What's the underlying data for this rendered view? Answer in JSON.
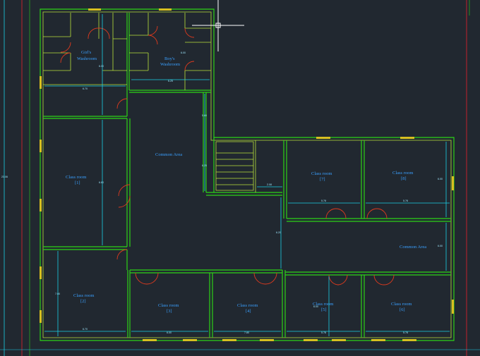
{
  "colors": {
    "background": "#212830",
    "wall": "#2cd317",
    "wall_inner": "#b8e03a",
    "dimension": "#1ad0e6",
    "door": "#e03a1e",
    "window": "#d8c020",
    "room_label": "#3aa0ff",
    "guide": "#c0202c",
    "crosshair": "#ffffff"
  },
  "icons": {
    "cursor": "crosshair-cursor-icon"
  },
  "rooms": {
    "girls_washroom": [
      "Girl's",
      "Washroom"
    ],
    "boys_washroom": [
      "Boy's",
      "Washroom"
    ],
    "common_area_top": "Common Area",
    "classroom_1": [
      "Class room",
      "[1]"
    ],
    "classroom_2": [
      "Class room",
      "[2]"
    ],
    "classroom_3_bottom": [
      "Class room",
      "[3]"
    ],
    "classroom_4": [
      "Class room",
      "[4]"
    ],
    "classroom_5": [
      "Class room",
      "[5]"
    ],
    "classroom_6": [
      "Class room",
      "[6]"
    ],
    "classroom_7": [
      "Class room",
      "[7]"
    ],
    "classroom_8": [
      "Class room",
      "[8]"
    ],
    "common_area_right": "Common Area"
  },
  "dimensions": {
    "left_overall": "23.06",
    "girls_width": "6.70",
    "girls_height": "6.00",
    "boys_width": "6.25",
    "boys_height": "6.00",
    "corridor_upper": "5.60",
    "corridor_lower": "6.25",
    "class1_height": "6.60",
    "stair_width": "2.08",
    "right_vertical": "6.20",
    "class7_width": "5.78",
    "class8_width": "5.78",
    "class7_height": "6.00",
    "right_common_height": "6.00",
    "class2_width": "6.70",
    "class2_height": "7.00",
    "class3_width": "6.00",
    "class4_width": "7.80",
    "class5_width": "5.78",
    "class5_height": "6.00",
    "class6_width": "5.78"
  }
}
